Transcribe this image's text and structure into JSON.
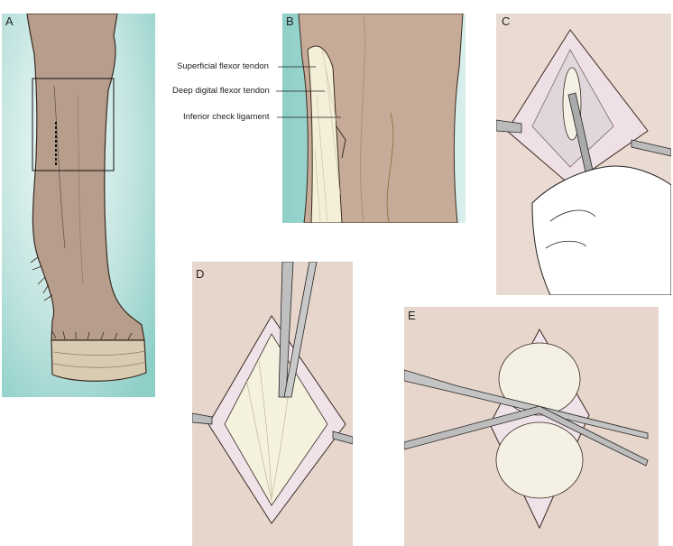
{
  "panels": {
    "a": {
      "letter": "A"
    },
    "b": {
      "letter": "B"
    },
    "c": {
      "letter": "C"
    },
    "d": {
      "letter": "D"
    },
    "e": {
      "letter": "E"
    }
  },
  "labels": {
    "superficial": "Superficial flexor tendon",
    "deep": "Deep digital flexor tendon",
    "check": "Inferior check ligament"
  }
}
